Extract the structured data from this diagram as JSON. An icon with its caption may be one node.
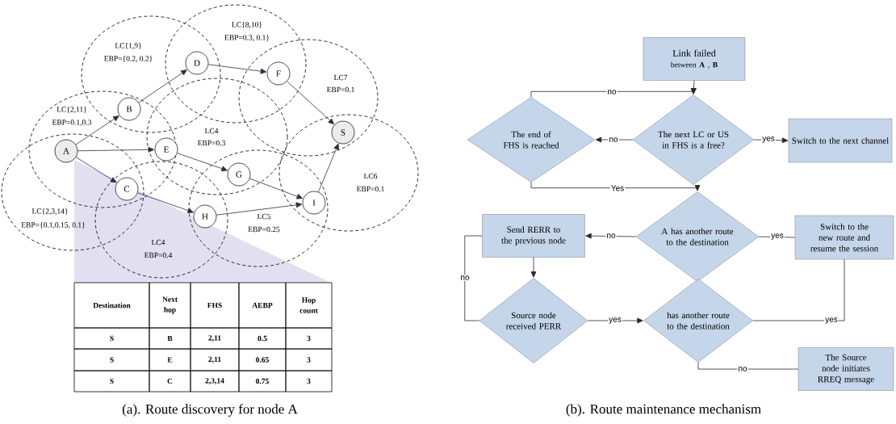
{
  "diagram": {
    "nodes": [
      {
        "text": [
          "A"
        ]
      },
      {
        "text": [
          "B"
        ]
      },
      {
        "text": [
          "C"
        ]
      },
      {
        "text": [
          "D"
        ]
      },
      {
        "text": [
          "E"
        ]
      },
      {
        "text": [
          "F"
        ]
      },
      {
        "text": [
          "G"
        ]
      },
      {
        "text": [
          "H"
        ]
      },
      {
        "text": [
          "I"
        ]
      },
      {
        "text": [
          "S"
        ]
      },
      {
        "text": [
          "Link failed",
          "between **A** , **B**"
        ]
      },
      {
        "text": [
          "The end of FHS is reached"
        ]
      },
      {
        "text": [
          "The next LC or US in FHS is a free?"
        ]
      },
      {
        "text": [
          "Switch to the next channel"
        ]
      },
      {
        "text": [
          "Send RERR to the previous node"
        ]
      },
      {
        "text": [
          "A has another route to the destination"
        ]
      },
      {
        "text": [
          "Switch to the new route and resume the session"
        ]
      },
      {
        "text": [
          "Source node received PERR"
        ]
      },
      {
        "text": [
          "has another route to the destination"
        ]
      },
      {
        "text": [
          "The Source node initiates RREQ message"
        ]
      }
    ],
    "edges": [
      {
        "from": 0,
        "to": 1,
        "arrow": "to"
      },
      {
        "from": 1,
        "to": 3,
        "arrow": "to"
      },
      {
        "from": 3,
        "to": 5,
        "arrow": "to"
      },
      {
        "from": 5,
        "to": 9,
        "arrow": "to"
      },
      {
        "from": 0,
        "to": 4,
        "arrow": "to"
      },
      {
        "from": 4,
        "to": 6,
        "arrow": "to"
      },
      {
        "from": 6,
        "to": 8,
        "arrow": "to"
      },
      {
        "from": 0,
        "to": 2,
        "arrow": "to"
      },
      {
        "from": 2,
        "to": 7,
        "arrow": "to"
      },
      {
        "from": 7,
        "to": 8,
        "arrow": "to"
      },
      {
        "from": 8,
        "to": 9,
        "arrow": "to"
      },
      {
        "from": 10,
        "to": 12,
        "arrow": "to"
      },
      {
        "from": 11,
        "to": 12,
        "arrow": "to",
        "label": "no"
      },
      {
        "from": 12,
        "to": 11,
        "arrow": "to",
        "label": "no"
      },
      {
        "from": 12,
        "to": 13,
        "arrow": "to",
        "label": "yes"
      },
      {
        "from": 11,
        "to": 15,
        "arrow": "to",
        "label": "Yes"
      },
      {
        "from": 15,
        "to": 14,
        "arrow": "to",
        "label": "no"
      },
      {
        "from": 15,
        "to": 16,
        "arrow": "none",
        "label": "yes"
      },
      {
        "from": 14,
        "to": 17,
        "arrow": "to"
      },
      {
        "from": 17,
        "to": 14,
        "arrow": "none",
        "label": "no"
      },
      {
        "from": 17,
        "to": 18,
        "arrow": "to",
        "label": "yes"
      },
      {
        "from": 18,
        "to": 16,
        "arrow": "none",
        "label": "yes"
      },
      {
        "from": 18,
        "to": 19,
        "arrow": "none",
        "label": "no"
      }
    ],
    "labels": [
      "LC{8,10}",
      "EBP=0.3, 0.1}",
      "LC{1,9}",
      "EBP={0.2, 0.2}",
      "LC7",
      "EBP=0.1",
      "LC{2,11}",
      "EBP=0.1,0.3",
      "LC4",
      "EBP=0.3",
      "LC6",
      "EBP=0.1",
      "LC{2,3,14}",
      "EBP={0.1,0.15, 0.1}",
      "LC5",
      "EBP=0.25",
      "LC4",
      "EBP=0.4",
      "Destination",
      "Next hop",
      "FHS",
      "AEBP",
      "Hop count",
      "S",
      "B",
      "2,11",
      "0.5",
      "3",
      "S",
      "E",
      "2,11",
      "0.65",
      "3",
      "S",
      "C",
      "2,3,14",
      "0.75",
      "3",
      "(a). Route discovery for node A",
      "(b). Route maintenance mechanism"
    ]
  }
}
